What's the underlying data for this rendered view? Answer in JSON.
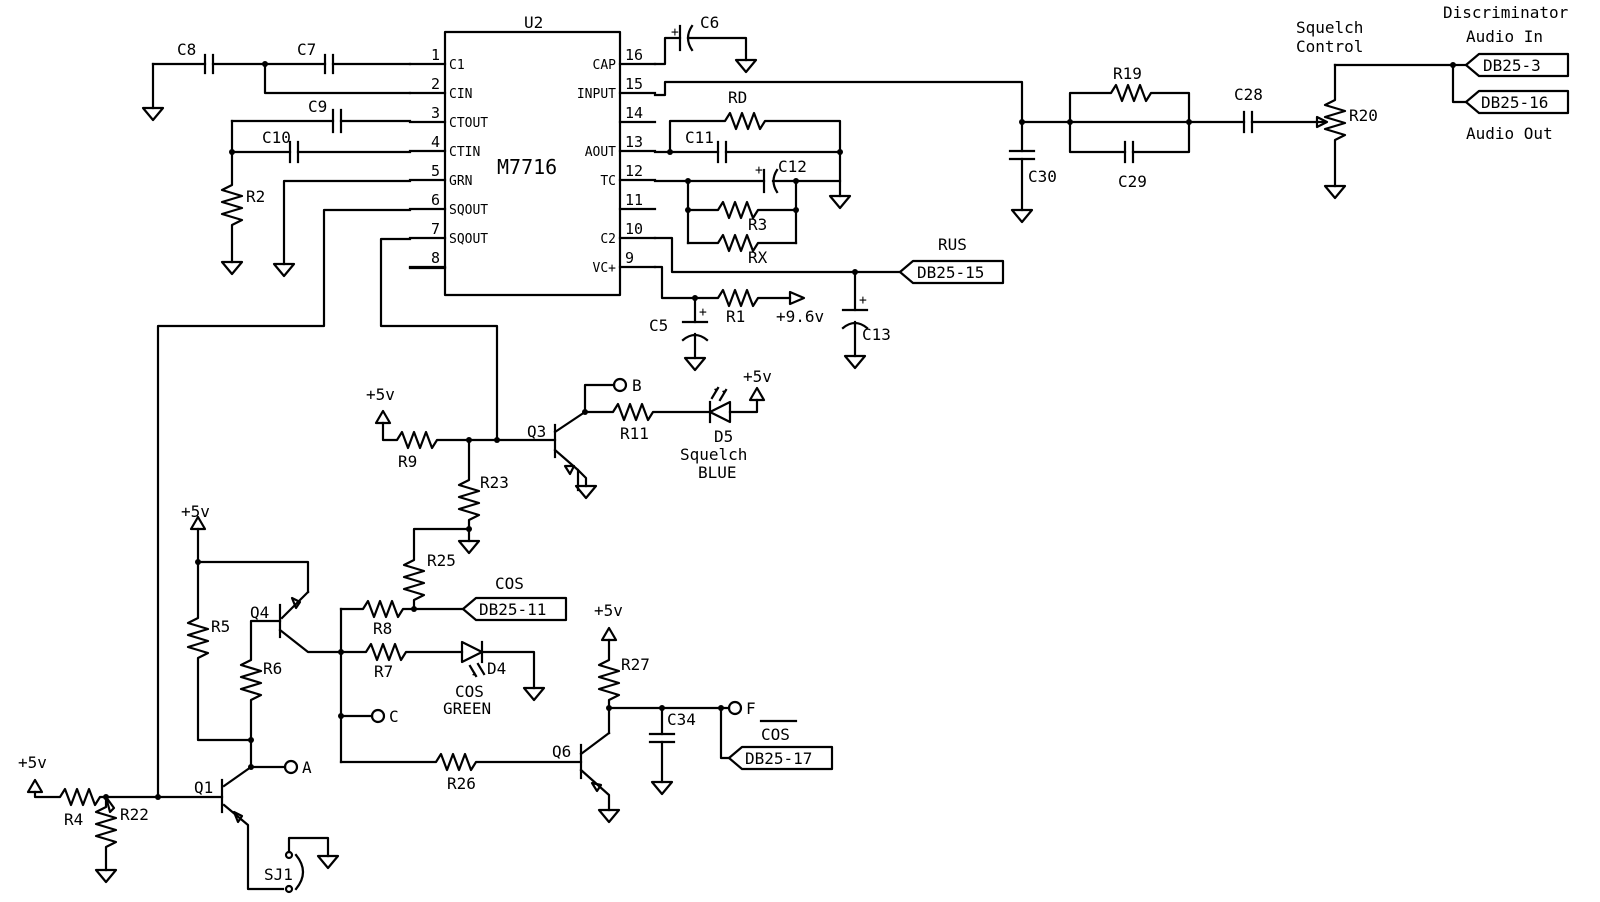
{
  "ic": {
    "ref": "U2",
    "part": "M7716",
    "left_pins": [
      {
        "num": "1",
        "name": "C1"
      },
      {
        "num": "2",
        "name": "CIN"
      },
      {
        "num": "3",
        "name": "CTOUT"
      },
      {
        "num": "4",
        "name": "CTIN"
      },
      {
        "num": "5",
        "name": "GRN"
      },
      {
        "num": "6",
        "name": "SQOUT"
      },
      {
        "num": "7",
        "name": "SQOUT"
      },
      {
        "num": "8",
        "name": ""
      }
    ],
    "right_pins": [
      {
        "num": "16",
        "name": "CAP"
      },
      {
        "num": "15",
        "name": "INPUT"
      },
      {
        "num": "14",
        "name": ""
      },
      {
        "num": "13",
        "name": "AOUT"
      },
      {
        "num": "12",
        "name": "TC"
      },
      {
        "num": "11",
        "name": ""
      },
      {
        "num": "10",
        "name": "C2"
      },
      {
        "num": "9",
        "name": "VC+"
      }
    ]
  },
  "labels": {
    "c8": "C8",
    "c7": "C7",
    "c9": "C9",
    "c10": "C10",
    "r2": "R2",
    "c6": "C6",
    "rd": "RD",
    "c11": "C11",
    "c12": "C12",
    "r3": "R3",
    "rx": "RX",
    "r19": "R19",
    "c28": "C28",
    "c29": "C29",
    "c30": "C30",
    "r20": "R20",
    "squelch_control": [
      "Squelch",
      "Control"
    ],
    "discriminator": [
      "Discriminator",
      "Audio In"
    ],
    "audio_out": "Audio Out",
    "rus": "RUS",
    "c5": "C5",
    "r1": "R1",
    "v96": "+9.6v",
    "c13": "C13",
    "r9": "R9",
    "r23": "R23",
    "q3": "Q3",
    "r11": "R11",
    "b": "B",
    "d5": [
      "D5",
      "Squelch",
      "BLUE"
    ],
    "r25": "R25",
    "cos": "COS",
    "r8": "R8",
    "r7": "R7",
    "d4": [
      "D4",
      "COS",
      "GREEN"
    ],
    "q4": "Q4",
    "r5": "R5",
    "r6": "R6",
    "c": "C",
    "a": "A",
    "q1": "Q1",
    "r4": "R4",
    "r22": "R22",
    "sj1": "SJ1",
    "r26": "R26",
    "q6": "Q6",
    "r27": "R27",
    "c34": "C34",
    "f": "F",
    "cos_bar": "COS"
  },
  "supplies": {
    "plus5": "+5v"
  },
  "connectors": {
    "db25_3": "DB25-3",
    "db25_16": "DB25-16",
    "db25_15": "DB25-15",
    "db25_11": "DB25-11",
    "db25_17": "DB25-17"
  }
}
